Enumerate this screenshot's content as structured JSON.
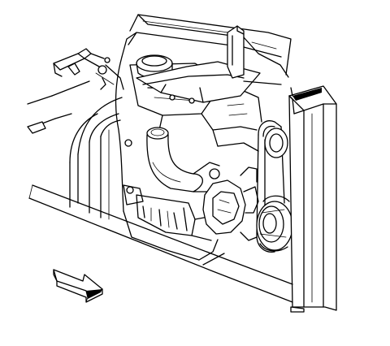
{
  "figure": {
    "components": [
      {
        "id": "hood-panel",
        "icon": "hood-panel-shape"
      },
      {
        "id": "throttle-linkage",
        "icon": "linkage-shape"
      },
      {
        "id": "oil-filler-cap",
        "icon": "filler-cap-shape"
      },
      {
        "id": "engine-lift-bracket",
        "icon": "bracket-shape"
      },
      {
        "id": "coolant-outlet-elbow",
        "icon": "elbow-shape"
      },
      {
        "id": "accessory-drive-belt",
        "icon": "belt-shape"
      },
      {
        "id": "pulley-assembly",
        "icon": "pulley-shape"
      },
      {
        "id": "radiator-support",
        "icon": "radiator-support-shape"
      },
      {
        "id": "direction-arrow",
        "icon": "block-arrow-shape"
      }
    ]
  }
}
